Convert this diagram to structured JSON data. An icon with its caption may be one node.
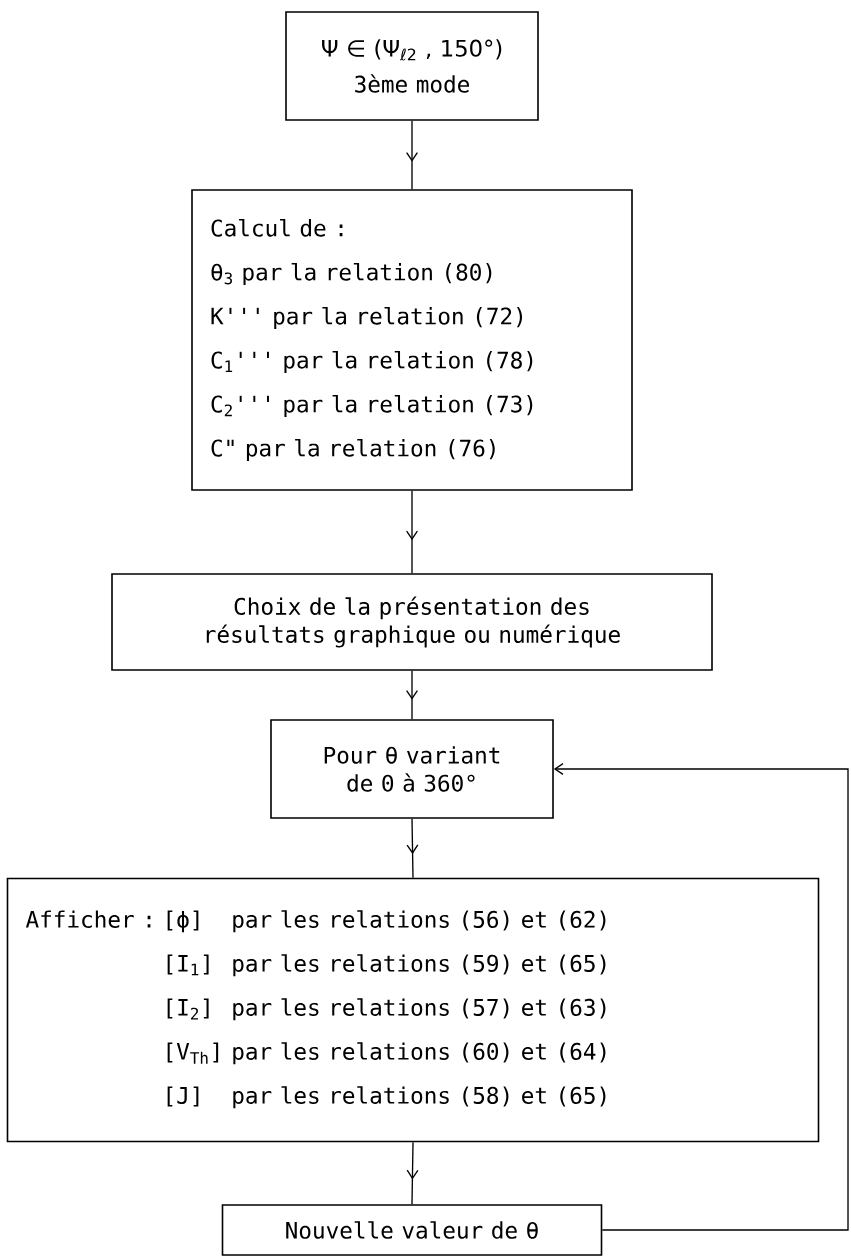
{
  "diagram": {
    "nodes": [
      {
        "text": [
          "Ψ ∈ (Ψ$_{ℓ2}$ , 150°)",
          "3ème mode"
        ]
      },
      {
        "text": [
          "Calcul de :",
          "θ$_{3}$ par la relation (80)",
          "K''' par la relation (72)",
          "C$_{1}$''' par la relation (78)",
          "C$_{2}$''' par la relation (73)",
          "C\" par la relation (76)"
        ]
      },
      {
        "text": [
          "Choix de la présentation des résultats graphique ou numérique"
        ]
      },
      {
        "text": [
          "Pour θ variant de 0 à 360°"
        ]
      },
      {
        "text": [
          "Afficher :",
          "[ϕ]",
          "par les relations (56) et (62)",
          "[I$_{1}$]",
          "par les relations (59) et (65)",
          "[I$_{2}$]",
          "par les relations (57) et (63)",
          "[V$_{Th}$]",
          "par les relations (60) et (64)",
          "[J]",
          "par les relations (58) et (65)"
        ]
      },
      {
        "text": [
          "Nouvelle valeur de θ"
        ]
      }
    ],
    "edges": [
      {
        "from": 0,
        "to": 1,
        "arrow": "to"
      },
      {
        "from": 1,
        "to": 2,
        "arrow": "to"
      },
      {
        "from": 2,
        "to": 3,
        "arrow": "to"
      },
      {
        "from": 3,
        "to": 4,
        "arrow": "to"
      },
      {
        "from": 4,
        "to": 5,
        "arrow": "to"
      },
      {
        "from": 5,
        "to": 3,
        "arrow": "to"
      }
    ]
  }
}
